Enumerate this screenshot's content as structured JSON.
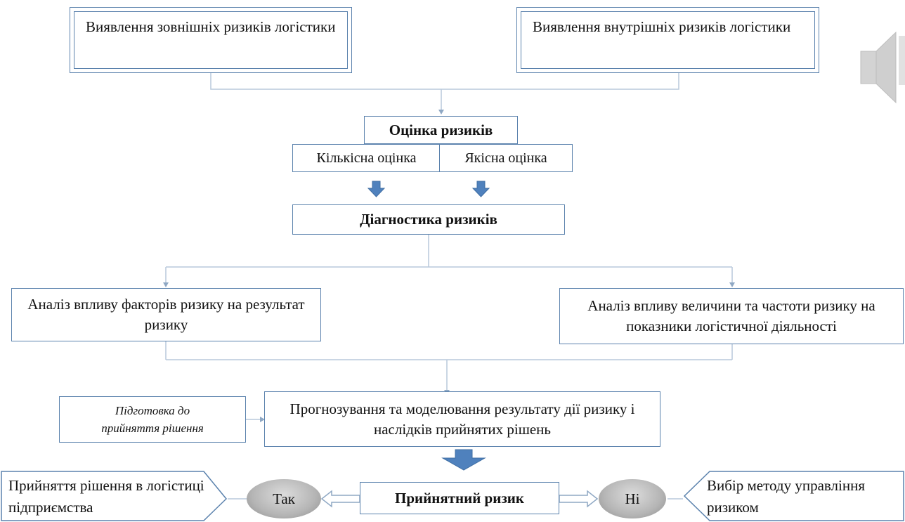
{
  "boxes": {
    "external": "Виявлення зовнішніх ризиків логістики",
    "internal": "Виявлення внутрішніх ризиків логістики",
    "assessment": "Оцінка ризиків",
    "quantitative": "Кількісна оцінка",
    "qualitative": "Якісна оцінка",
    "diagnostics": "Діагностика ризиків",
    "factor_analysis": "Аналіз впливу факторів ризику на результат ризику",
    "magnitude_analysis": "Аналіз впливу величини та частоти ризику на показники логістичної діяльності",
    "preparation": "Підготовка до прийняття рішення",
    "forecasting": "Прогнозування та моделювання результату дії ризику і наслідків прийнятих рішень",
    "acceptable_risk": "Прийнятний ризик",
    "yes": "Так",
    "no": "Ні",
    "decision": "Прийняття рішення в логістиці підприємства",
    "method_choice": "Вибір методу управління ризиком"
  },
  "colors": {
    "line": "#5b82ad",
    "arrow_fill": "#4f81bd",
    "connector": "#b9c9db",
    "oval": "#b5b5b5",
    "speaker": "#c9c9c9"
  },
  "icons": {
    "speaker": "speaker-icon"
  }
}
